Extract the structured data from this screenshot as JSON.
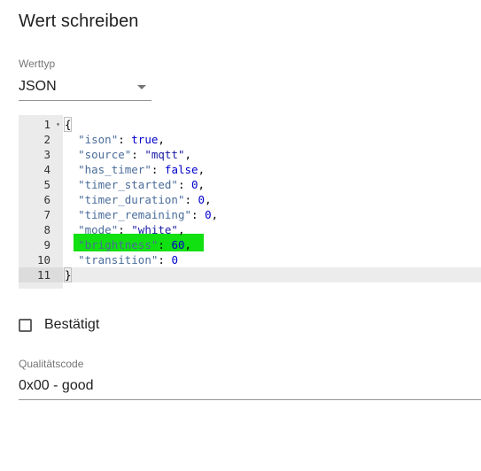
{
  "dialog": {
    "title": "Wert schreiben"
  },
  "value_type": {
    "label": "Werttyp",
    "selected": "JSON"
  },
  "editor": {
    "line_numbers": [
      "1",
      "2",
      "3",
      "4",
      "5",
      "6",
      "7",
      "8",
      "9",
      "10",
      "11"
    ],
    "lines": [
      [
        {
          "t": "{",
          "c": "p"
        }
      ],
      [
        {
          "t": "  ",
          "c": "p"
        },
        {
          "t": "\"ison\"",
          "c": "k"
        },
        {
          "t": ": ",
          "c": "p"
        },
        {
          "t": "true",
          "c": "b"
        },
        {
          "t": ",",
          "c": "p"
        }
      ],
      [
        {
          "t": "  ",
          "c": "p"
        },
        {
          "t": "\"source\"",
          "c": "k"
        },
        {
          "t": ": ",
          "c": "p"
        },
        {
          "t": "\"mqtt\"",
          "c": "s"
        },
        {
          "t": ",",
          "c": "p"
        }
      ],
      [
        {
          "t": "  ",
          "c": "p"
        },
        {
          "t": "\"has_timer\"",
          "c": "k"
        },
        {
          "t": ": ",
          "c": "p"
        },
        {
          "t": "false",
          "c": "b"
        },
        {
          "t": ",",
          "c": "p"
        }
      ],
      [
        {
          "t": "  ",
          "c": "p"
        },
        {
          "t": "\"timer_started\"",
          "c": "k"
        },
        {
          "t": ": ",
          "c": "p"
        },
        {
          "t": "0",
          "c": "n"
        },
        {
          "t": ",",
          "c": "p"
        }
      ],
      [
        {
          "t": "  ",
          "c": "p"
        },
        {
          "t": "\"timer_duration\"",
          "c": "k"
        },
        {
          "t": ": ",
          "c": "p"
        },
        {
          "t": "0",
          "c": "n"
        },
        {
          "t": ",",
          "c": "p"
        }
      ],
      [
        {
          "t": "  ",
          "c": "p"
        },
        {
          "t": "\"timer_remaining\"",
          "c": "k"
        },
        {
          "t": ": ",
          "c": "p"
        },
        {
          "t": "0",
          "c": "n"
        },
        {
          "t": ",",
          "c": "p"
        }
      ],
      [
        {
          "t": "  ",
          "c": "p"
        },
        {
          "t": "\"mode\"",
          "c": "k"
        },
        {
          "t": ": ",
          "c": "p"
        },
        {
          "t": "\"white\"",
          "c": "s"
        },
        {
          "t": ",",
          "c": "p"
        }
      ],
      [
        {
          "t": "  ",
          "c": "p"
        },
        {
          "t": "\"brightness\"",
          "c": "k"
        },
        {
          "t": ": ",
          "c": "p"
        },
        {
          "t": "60",
          "c": "n"
        },
        {
          "t": ",",
          "c": "p"
        }
      ],
      [
        {
          "t": "  ",
          "c": "p"
        },
        {
          "t": "\"transition\"",
          "c": "k"
        },
        {
          "t": ": ",
          "c": "p"
        },
        {
          "t": "0",
          "c": "n"
        }
      ],
      [
        {
          "t": "}",
          "c": "p"
        }
      ]
    ],
    "highlight_color": "#11e011"
  },
  "confirmed": {
    "label": "Bestätigt",
    "checked": false
  },
  "quality_code": {
    "label": "Qualitätscode",
    "value": "0x00 - good"
  }
}
